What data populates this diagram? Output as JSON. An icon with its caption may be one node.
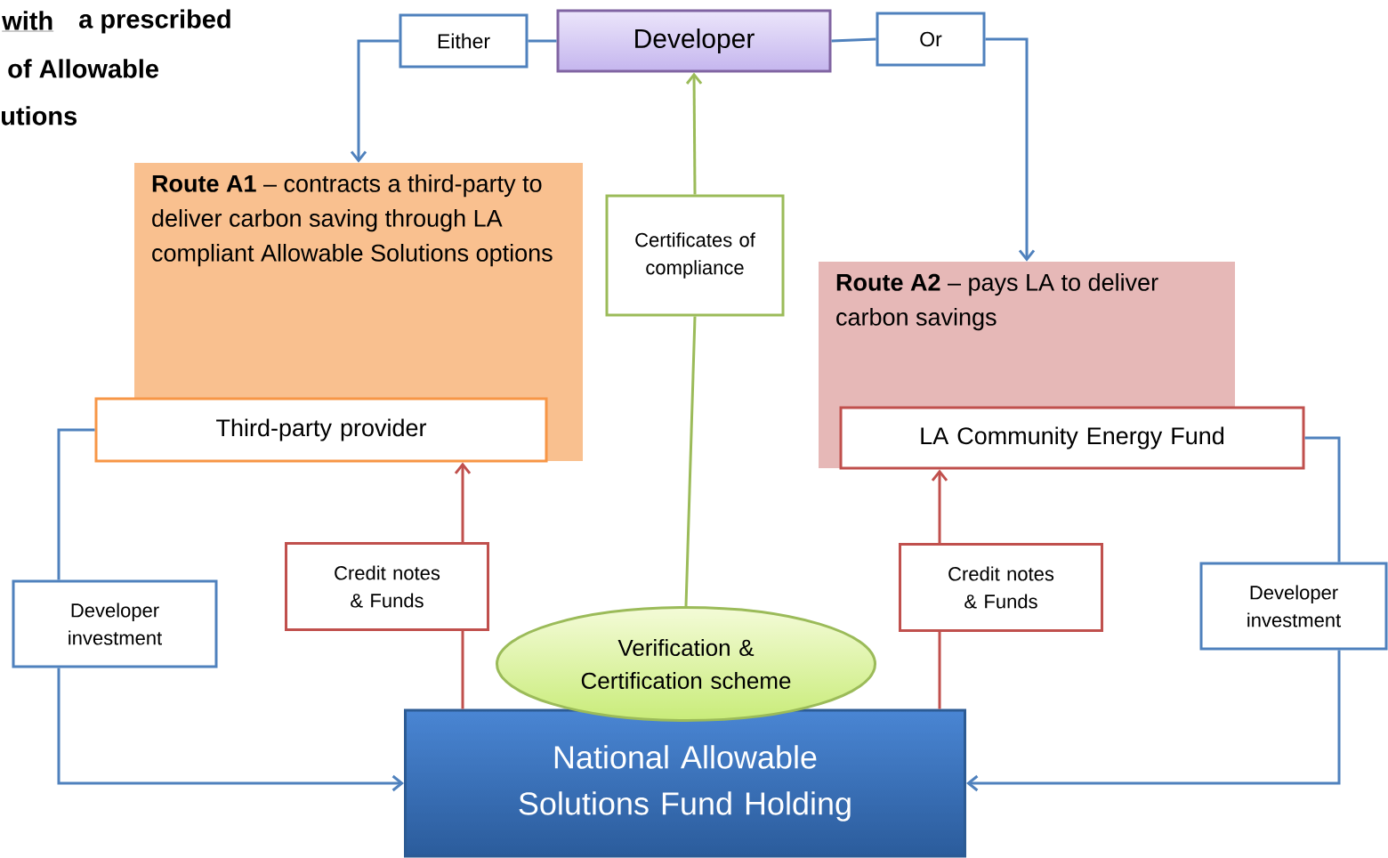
{
  "diagram": {
    "nodes": [
      {
        "text": [
          "Developer"
        ]
      },
      {
        "text": [
          "Either"
        ]
      },
      {
        "text": [
          "Or"
        ]
      },
      {
        "text": [
          "**Route A1** – contracts a third-party to deliver carbon saving through LA compliant Allowable Solutions options"
        ]
      },
      {
        "text": [
          "Third-party provider"
        ]
      },
      {
        "text": [
          "Certificates of compliance"
        ]
      },
      {
        "text": [
          "**Route A2** – pays LA to deliver carbon savings"
        ]
      },
      {
        "text": [
          "LA Community Energy Fund"
        ]
      },
      {
        "text": [
          "Developer investment"
        ]
      },
      {
        "text": [
          "Credit notes & Funds"
        ]
      },
      {
        "text": [
          "Verification & Certification scheme"
        ]
      },
      {
        "text": [
          "Credit notes & Funds"
        ]
      },
      {
        "text": [
          "Developer investment"
        ]
      },
      {
        "text": [
          "National Allowable Solutions Fund Holding"
        ]
      }
    ],
    "edges": [
      {
        "from": 0,
        "to": 1,
        "arrow": "none"
      },
      {
        "from": 1,
        "to": 3,
        "arrow": "to"
      },
      {
        "from": 0,
        "to": 2,
        "arrow": "none"
      },
      {
        "from": 2,
        "to": 6,
        "arrow": "to"
      },
      {
        "from": 4,
        "to": 8,
        "arrow": "none"
      },
      {
        "from": 8,
        "to": 13,
        "arrow": "to"
      },
      {
        "from": 13,
        "to": 9,
        "arrow": "none",
        "color": "#c0504d"
      },
      {
        "from": 9,
        "to": 4,
        "arrow": "to",
        "color": "#c0504d"
      },
      {
        "from": 13,
        "to": 11,
        "arrow": "none",
        "color": "#c0504d"
      },
      {
        "from": 11,
        "to": 7,
        "arrow": "to",
        "color": "#c0504d"
      },
      {
        "from": 7,
        "to": 12,
        "arrow": "none"
      },
      {
        "from": 12,
        "to": 13,
        "arrow": "to"
      },
      {
        "from": 10,
        "to": 5,
        "arrow": "none",
        "color": "#9bbb59"
      },
      {
        "from": 5,
        "to": 0,
        "arrow": "to",
        "color": "#9bbb59"
      }
    ],
    "labels": [
      "with",
      "a prescribed",
      "of Allowable",
      "utions"
    ]
  }
}
